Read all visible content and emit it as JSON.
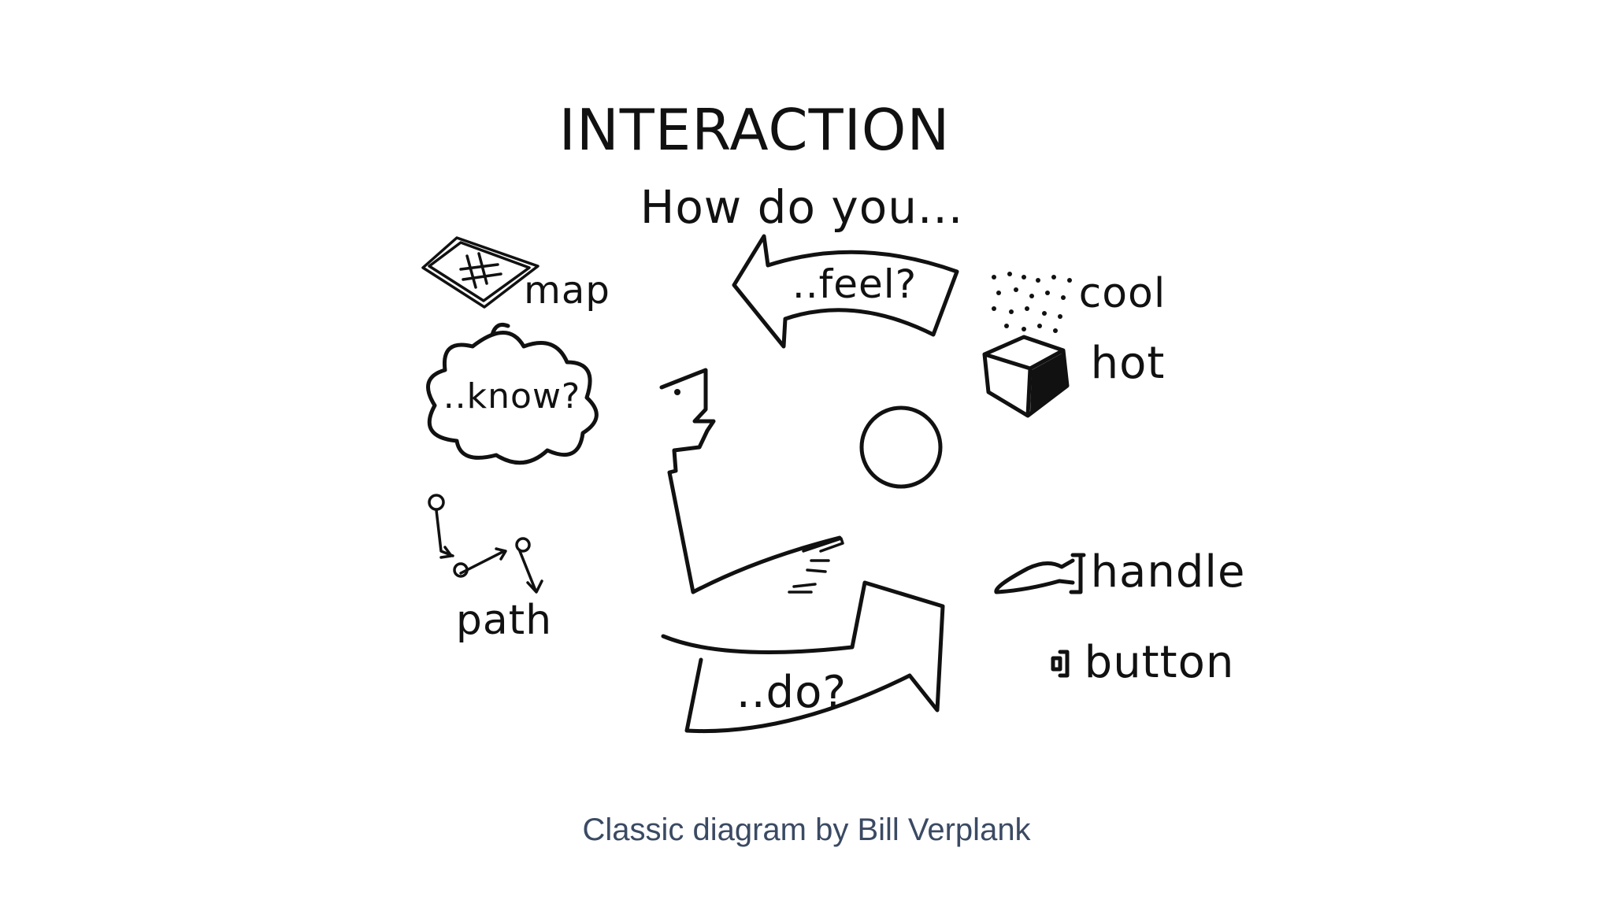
{
  "diagram": {
    "title": "INTERACTION",
    "subtitle": "How do you...",
    "arrows": {
      "feel": "..feel?",
      "do": "..do?"
    },
    "left_labels": {
      "map": "map",
      "know": "..know?",
      "path": "path"
    },
    "right_labels": {
      "cool": "cool",
      "hot": "hot",
      "handle": "handle",
      "button": "button"
    }
  },
  "caption": "Classic diagram by Bill Verplank"
}
